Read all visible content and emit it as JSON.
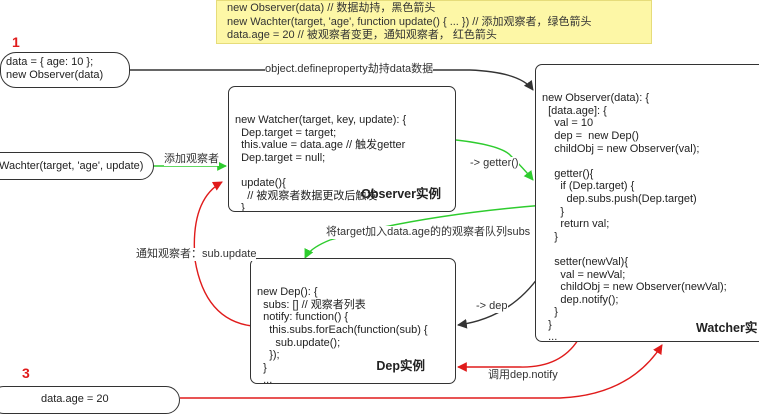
{
  "note": {
    "lines": [
      "new Observer(data) // 数据劫持，黑色箭头",
      "new Wachter(target, 'age', function update() { ... }) // 添加观察者，绿色箭头",
      "data.age = 20 // 被观察者变更，通知观察者， 红色箭头"
    ]
  },
  "markers": {
    "step1": "1",
    "step3": "3"
  },
  "data_box": {
    "code": "data = { age: 10 };\nnew Observer(data)"
  },
  "watcher_call": {
    "code": "Wachter(target, 'age', update)"
  },
  "data_age_box": {
    "code": "data.age = 20"
  },
  "watcher_box": {
    "code": "new Watcher(target, key, update): {\n  Dep.target = target;\n  this.value = data.age // 触发getter\n  Dep.target = null;\n\n  update(){\n    // 被观察者数据更改后触发\n  }\n}",
    "title": "Observer实例"
  },
  "observer_box": {
    "code": "new Observer(data): {\n  [data.age]: {\n    val = 10\n    dep =  new Dep()\n    childObj = new Observer(val);\n\n    getter(){\n      if (Dep.target) {\n        dep.subs.push(Dep.target)\n      }\n      return val;\n    }\n\n    setter(newVal){\n      val = newVal;\n      childObj = new Observer(newVal);\n      dep.notify();\n    }\n  }\n  ...\n}",
    "title": "Watcher实"
  },
  "dep_box": {
    "code": "new Dep(): {\n  subs: [] // 观察者列表\n  notify: function() {\n    this.subs.forEach(function(sub) {\n      sub.update();\n    });\n  }\n  ...\n}",
    "title": "Dep实例"
  },
  "labels": {
    "define_property": "object.defineproperty劫持data数据",
    "add_watcher": "添加观察者",
    "getter": "-> getter()",
    "push_subs": "将target加入data.age的的观察者队列subs",
    "notify_watcher": "通知观察者：sub.update",
    "dep": "-> dep",
    "call_notify": "调用dep.notify"
  },
  "colors": {
    "black": "#333333",
    "green": "#2ecc2e",
    "red": "#e01b1b",
    "note_bg": "#fdf7a6"
  }
}
